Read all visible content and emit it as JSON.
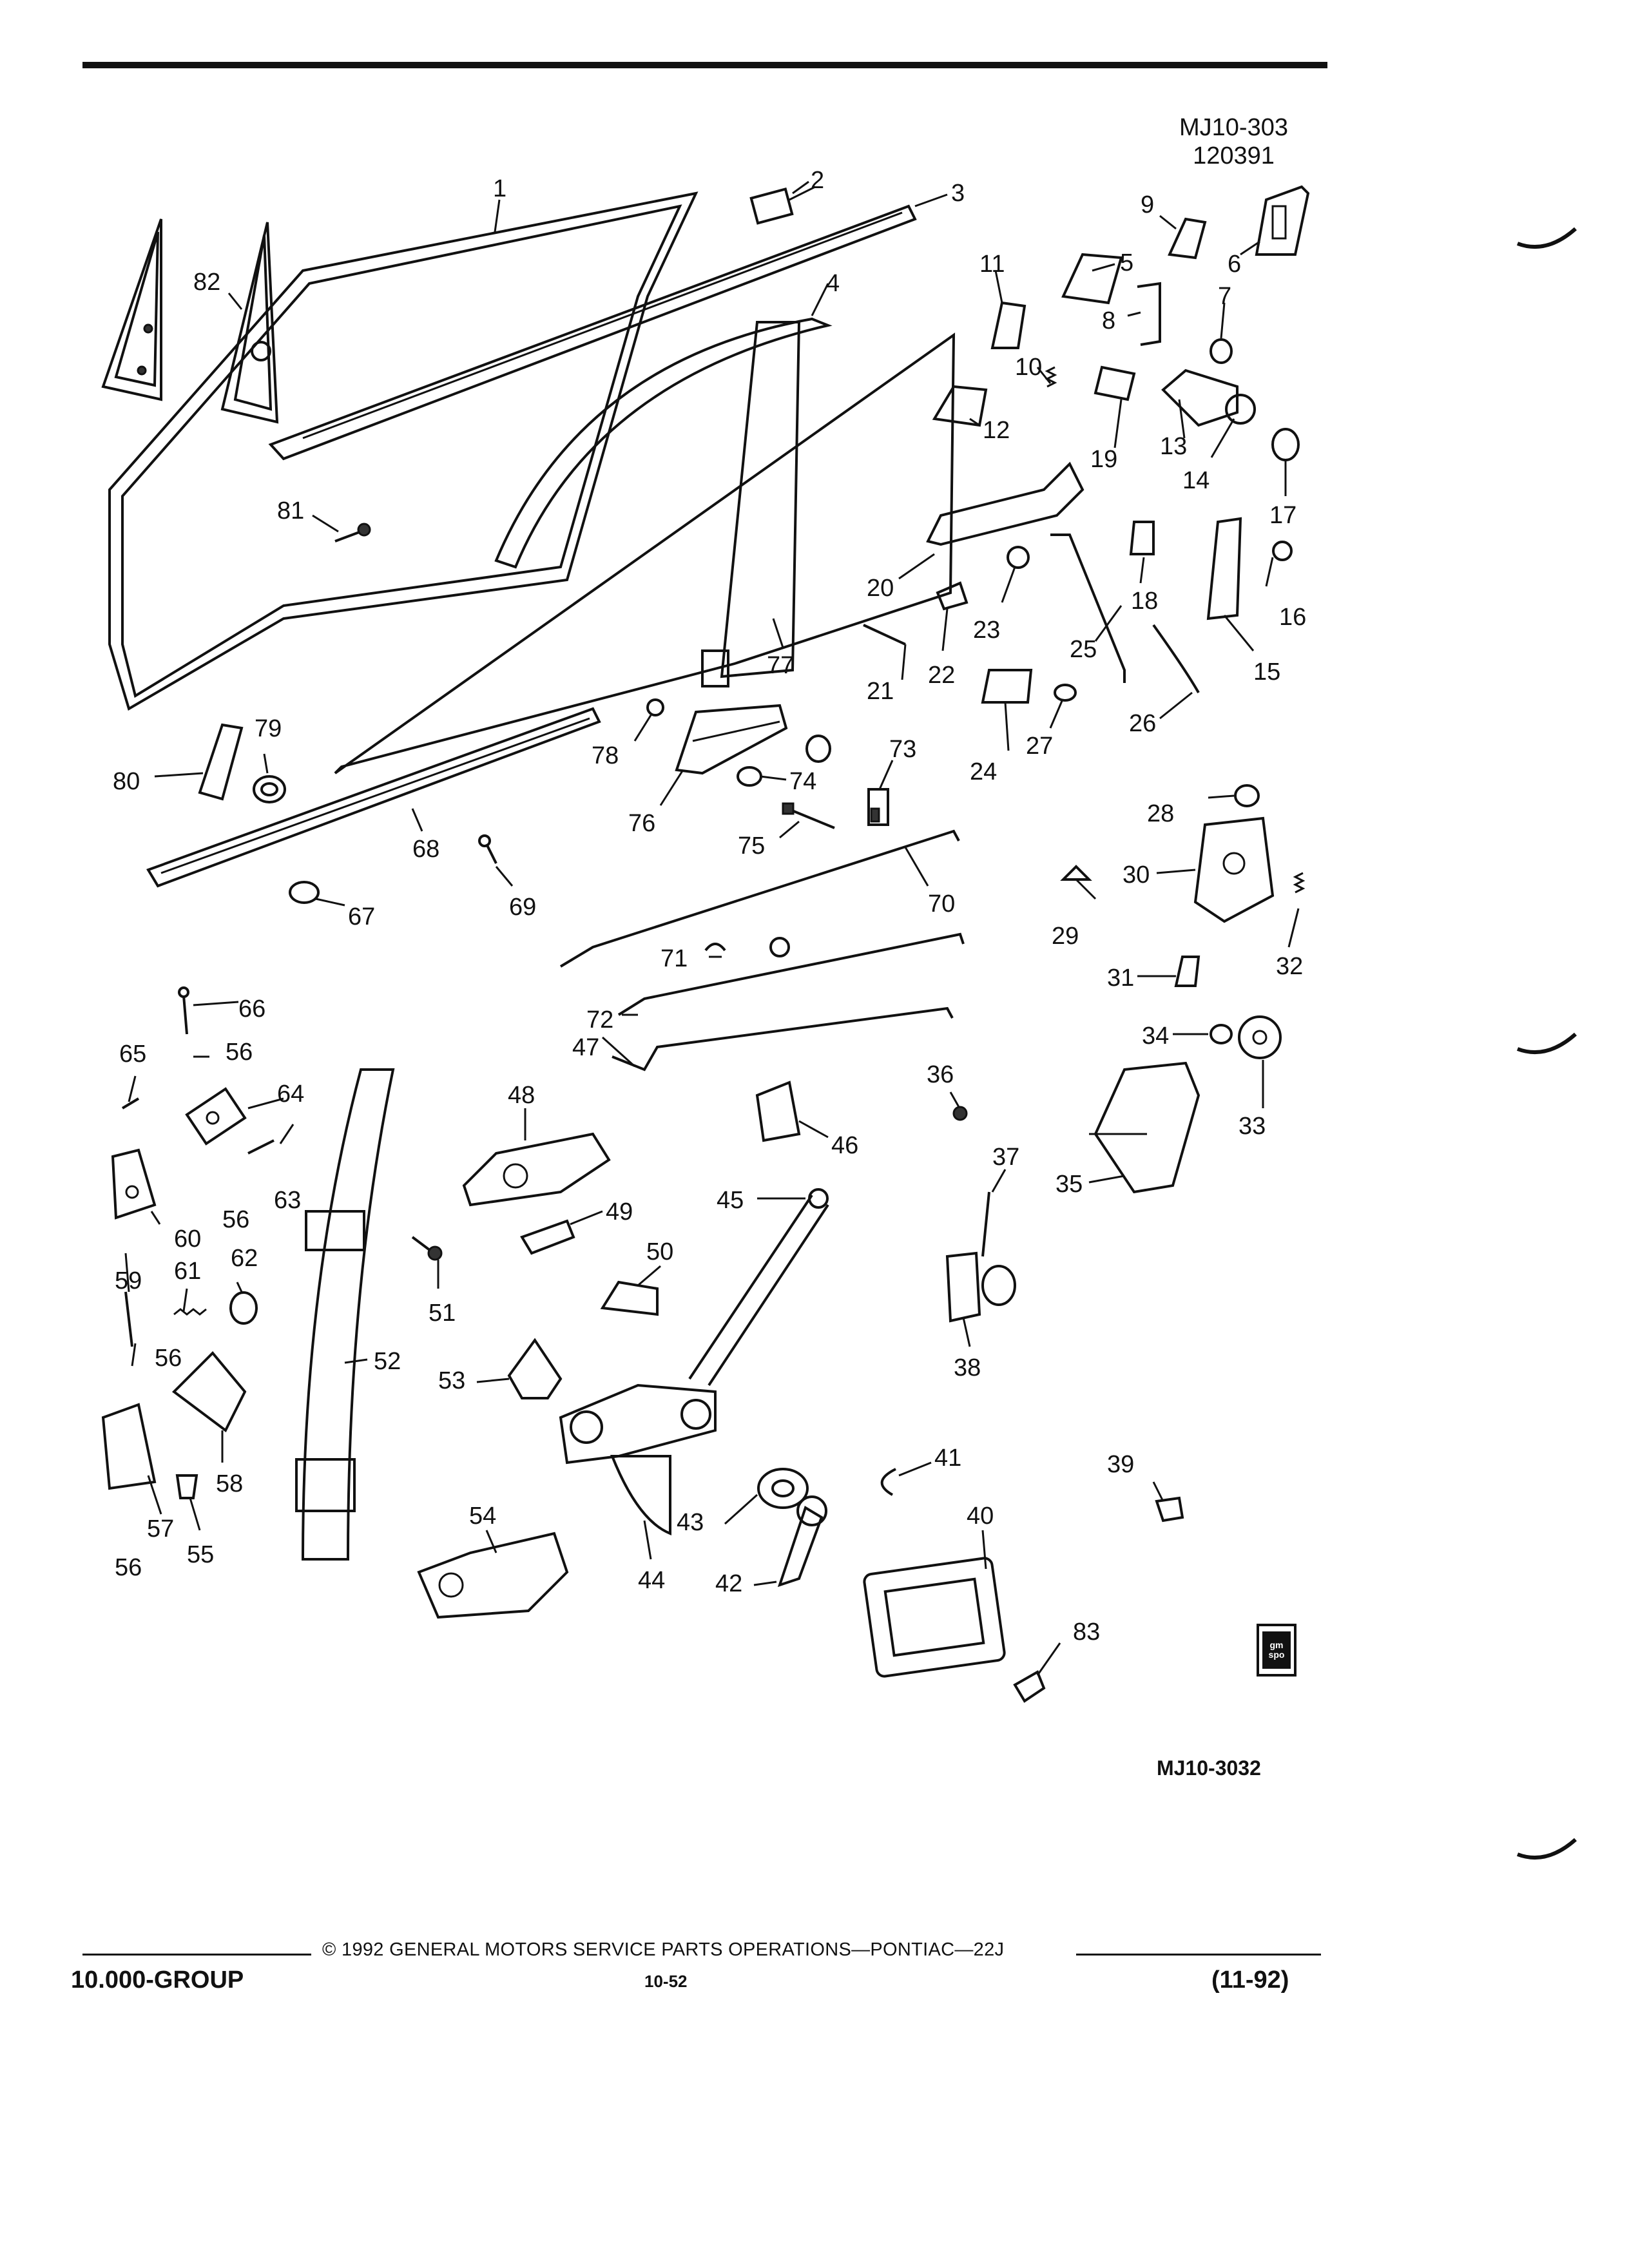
{
  "header": {
    "ref_code_line1": "MJ10-303",
    "ref_code_line2": "120391"
  },
  "diagram": {
    "figure_code": "MJ10-3032",
    "callouts": {
      "c1": "1",
      "c2": "2",
      "c3": "3",
      "c4": "4",
      "c5": "5",
      "c6": "6",
      "c7": "7",
      "c8": "8",
      "c9": "9",
      "c10": "10",
      "c11": "11",
      "c12": "12",
      "c13": "13",
      "c14": "14",
      "c15": "15",
      "c16": "16",
      "c17": "17",
      "c18": "18",
      "c19": "19",
      "c20": "20",
      "c21": "21",
      "c22": "22",
      "c23": "23",
      "c24": "24",
      "c25": "25",
      "c26": "26",
      "c27": "27",
      "c28": "28",
      "c29": "29",
      "c30": "30",
      "c31": "31",
      "c32": "32",
      "c33": "33",
      "c34": "34",
      "c35": "35",
      "c36": "36",
      "c37": "37",
      "c38": "38",
      "c39": "39",
      "c40": "40",
      "c41": "41",
      "c42": "42",
      "c43": "43",
      "c44": "44",
      "c45": "45",
      "c46": "46",
      "c47": "47",
      "c48": "48",
      "c49": "49",
      "c50": "50",
      "c51": "51",
      "c52": "52",
      "c53": "53",
      "c54": "54",
      "c55": "55",
      "c56": "56",
      "c57": "57",
      "c58": "58",
      "c59": "59",
      "c60": "60",
      "c61": "61",
      "c62": "62",
      "c63": "63",
      "c64": "64",
      "c65": "65",
      "c66": "66",
      "c67": "67",
      "c68": "68",
      "c69": "69",
      "c70": "70",
      "c71": "71",
      "c72": "72",
      "c73": "73",
      "c74": "74",
      "c75": "75",
      "c76": "76",
      "c77": "77",
      "c78": "78",
      "c79": "79",
      "c80": "80",
      "c81": "81",
      "c82": "82",
      "c83": "83"
    }
  },
  "logo": {
    "line1": "gm",
    "line2": "spo"
  },
  "footer": {
    "copyright": "©  1992  GENERAL MOTORS SERVICE PARTS OPERATIONS—PONTIAC—22J",
    "group": "10.000-GROUP",
    "page": "10-52",
    "date": "(11-92)"
  }
}
